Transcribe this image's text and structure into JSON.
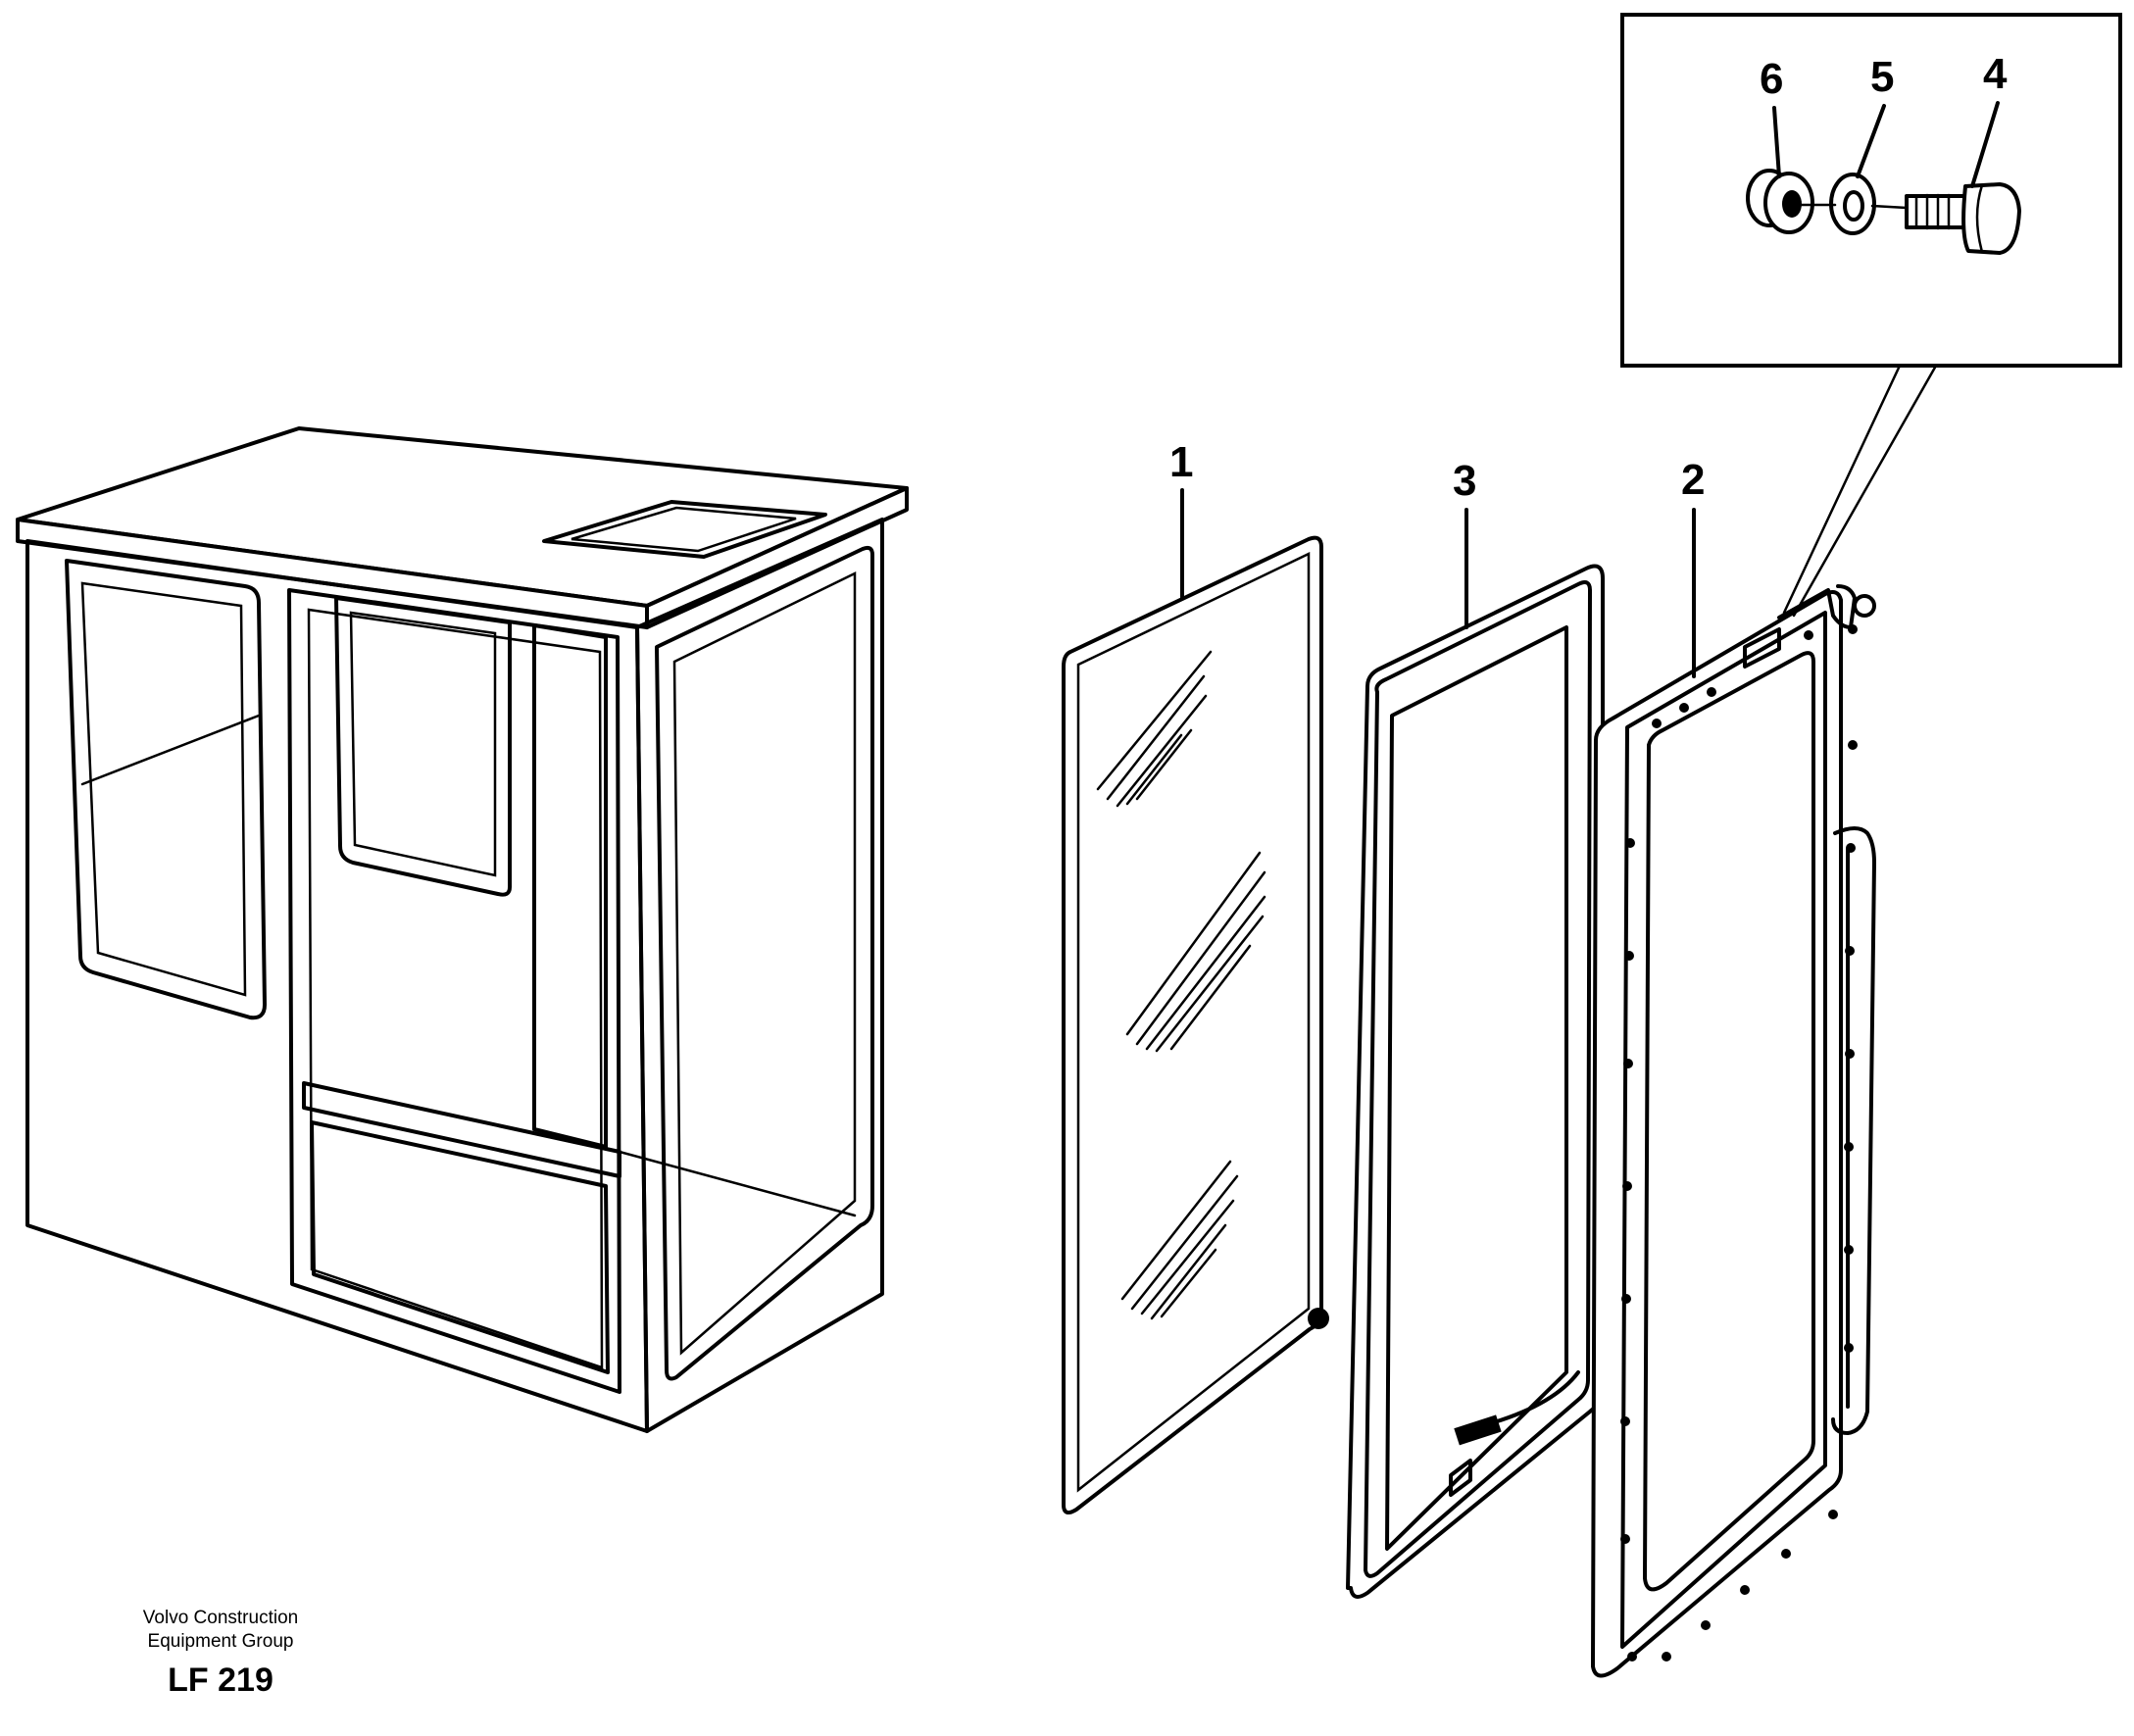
{
  "callouts": {
    "glass": "1",
    "frame": "2",
    "seal": "3",
    "bolt": "4",
    "washer": "5",
    "nut": "6"
  },
  "footer": {
    "company_line1": "Volvo Construction",
    "company_line2": "Equipment Group",
    "drawing_code": "LF 219"
  }
}
